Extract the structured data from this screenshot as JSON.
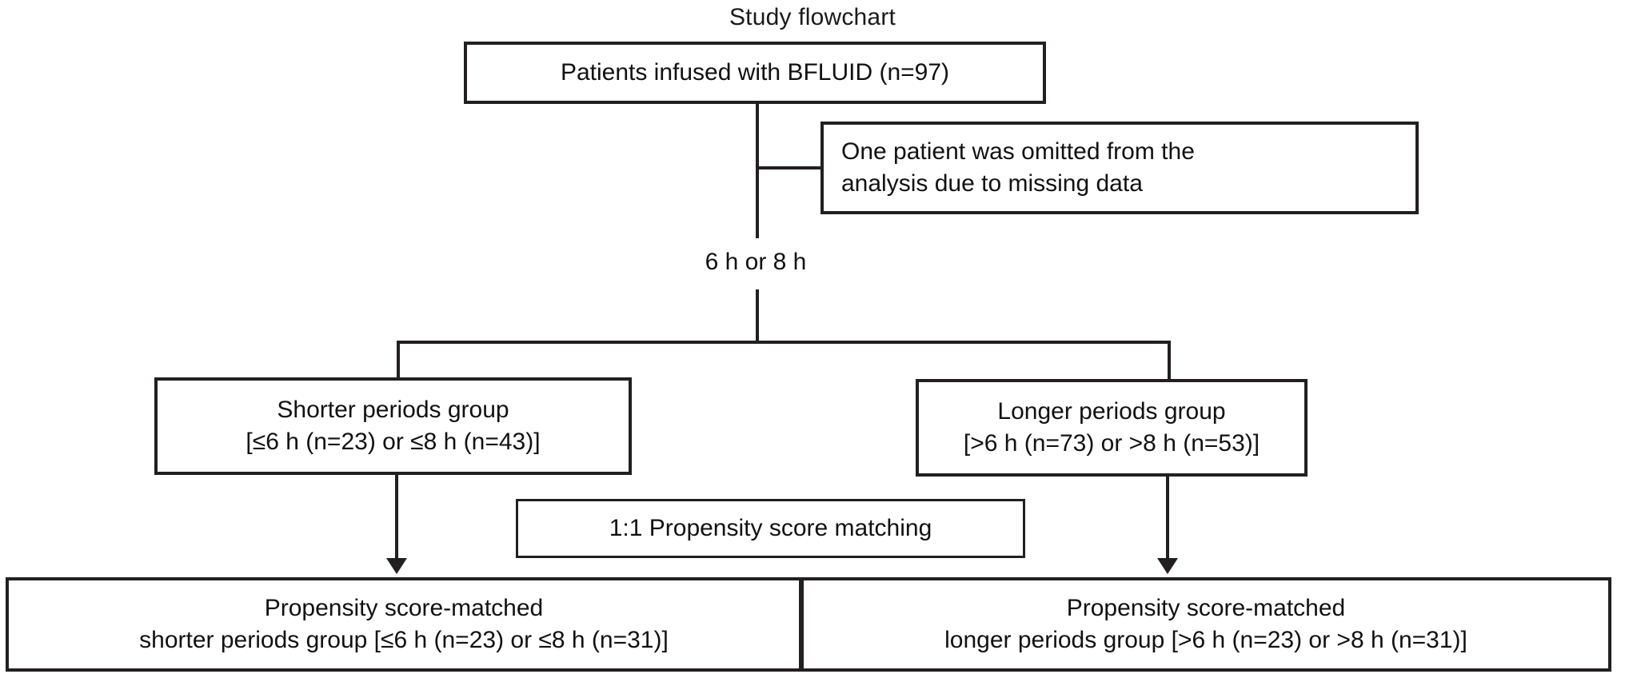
{
  "figure": {
    "title": "Study flowchart",
    "background_color": "#ffffff",
    "line_color": "#231f20",
    "text_color": "#111111"
  },
  "nodes": {
    "top": {
      "label": "Patients infused with BFLUID (n=97)"
    },
    "exclusion": {
      "label": "One patient was omitted from the\nanalysis due to missing data"
    },
    "shorter": {
      "label": "Shorter periods group\n[≤6 h (n=23) or ≤8 h (n=43)]"
    },
    "longer": {
      "label": "Longer periods group\n[>6 h (n=73) or >8 h (n=53)]"
    },
    "matching": {
      "label": "1:1 Propensity score matching"
    },
    "matched_shorter": {
      "label": "Propensity score-matched\nshorter periods group [≤6 h (n=23) or ≤8 h (n=31)]"
    },
    "matched_longer": {
      "label": "Propensity score-matched\nlonger periods group [>6 h (n=23) or >8 h (n=31)]"
    }
  },
  "labels": {
    "split_criterion": "6 h or 8 h"
  },
  "chart_data": {
    "type": "diagram",
    "title": "Study flowchart",
    "nodes": [
      {
        "id": "top",
        "text": "Patients infused with BFLUID (n=97)",
        "n": 97
      },
      {
        "id": "exclusion",
        "text": "One patient was omitted from the analysis due to missing data",
        "n": 1
      },
      {
        "id": "shorter",
        "text": "Shorter periods group [≤6 h (n=23) or ≤8 h (n=43)]",
        "n_6h": 23,
        "n_8h": 43
      },
      {
        "id": "longer",
        "text": "Longer periods group [>6 h (n=73) or >8 h (n=53)]",
        "n_6h": 73,
        "n_8h": 53
      },
      {
        "id": "matching",
        "text": "1:1 Propensity score matching"
      },
      {
        "id": "matched_shorter",
        "text": "Propensity score-matched shorter periods group [≤6 h (n=23) or ≤8 h (n=31)]",
        "n_6h": 23,
        "n_8h": 31
      },
      {
        "id": "matched_longer",
        "text": "Propensity score-matched longer periods group [>6 h (n=23) or >8 h (n=31)]",
        "n_6h": 23,
        "n_8h": 31
      }
    ],
    "edges": [
      {
        "from": "top",
        "to": "exclusion",
        "label": ""
      },
      {
        "from": "top",
        "to": "shorter",
        "label": "6 h or 8 h"
      },
      {
        "from": "top",
        "to": "longer",
        "label": "6 h or 8 h"
      },
      {
        "from": "shorter",
        "to": "matched_shorter",
        "label": "1:1 Propensity score matching"
      },
      {
        "from": "longer",
        "to": "matched_longer",
        "label": "1:1 Propensity score matching"
      }
    ]
  }
}
